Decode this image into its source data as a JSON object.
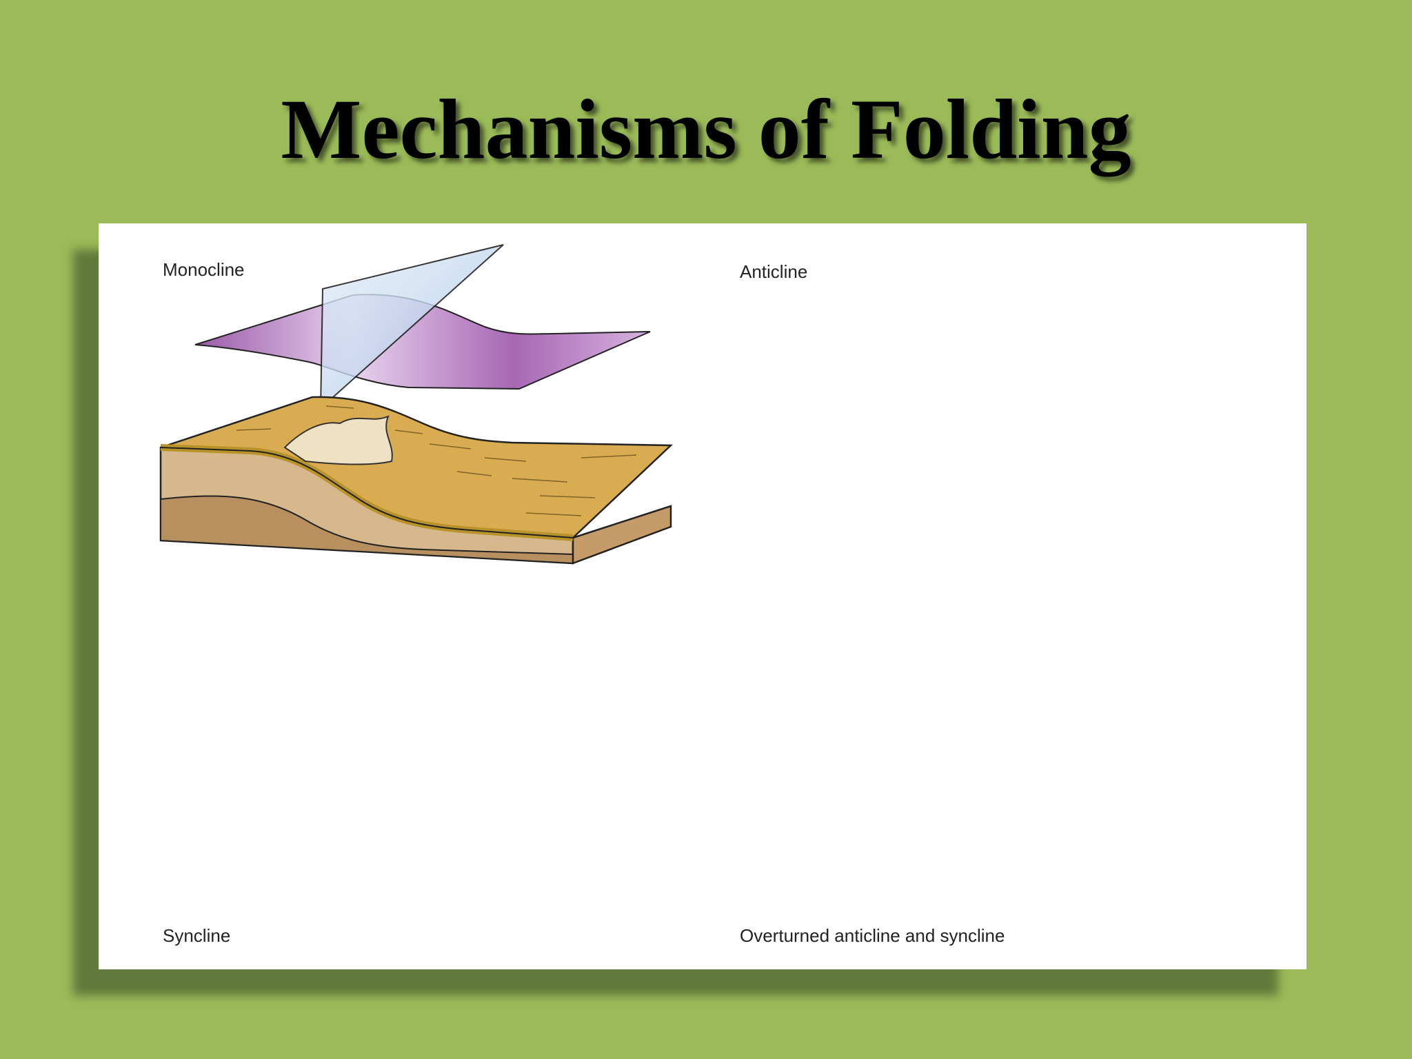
{
  "slide": {
    "title": "Mechanisms of Folding"
  },
  "figure": {
    "panels": [
      {
        "key": "monocline",
        "label": "Monocline"
      },
      {
        "key": "anticline",
        "label": "Anticline"
      },
      {
        "key": "syncline",
        "label": "Syncline"
      },
      {
        "key": "overturned",
        "label": "Overturned anticline and syncline"
      }
    ]
  },
  "colors": {
    "background": "#9bbb59",
    "fold_surface": "#b47cc2",
    "axial_plane": "#c9ddef",
    "bed_tan": "#d6b88c",
    "bed_dark": "#b88f5f",
    "marker_bed": "#b8932a",
    "ground_surface": "#e6cf9e",
    "monocline_surface": "#d9ac52"
  }
}
